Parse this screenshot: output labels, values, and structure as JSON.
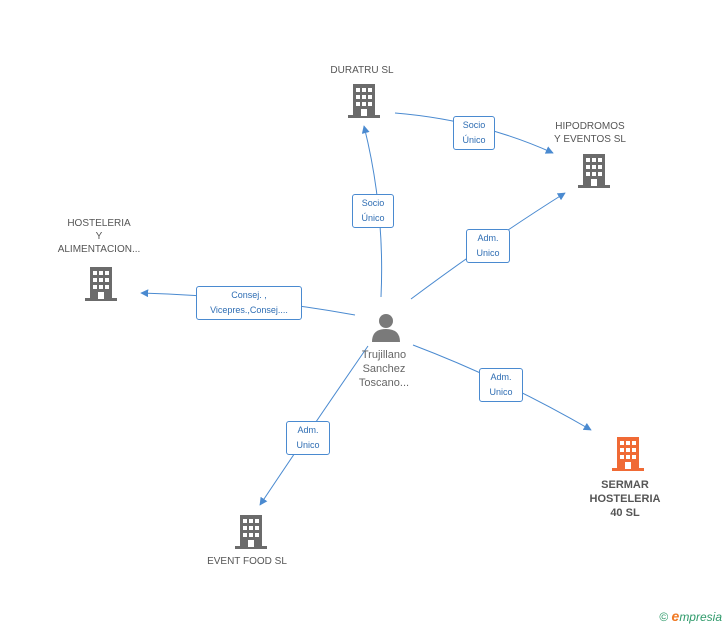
{
  "colors": {
    "edge": "#4a8ad0",
    "building": "#6b6b6b",
    "highlight": "#f06a35",
    "person": "#7a7a7a"
  },
  "nodes": {
    "duratru": {
      "label": "DURATRU SL",
      "icon": "building-icon"
    },
    "hipodromos": {
      "label_line1": "HIPODROMOS",
      "label_line2": "Y EVENTOS SL",
      "icon": "building-icon"
    },
    "hosteleria": {
      "label_line1": "HOSTELERIA",
      "label_line2": "Y",
      "label_line3": "ALIMENTACION...",
      "icon": "building-icon"
    },
    "person": {
      "label_line1": "Trujillano",
      "label_line2": "Sanchez",
      "label_line3": "Toscano...",
      "icon": "person-icon"
    },
    "sermar": {
      "label_line1": "SERMAR",
      "label_line2": "HOSTELERIA",
      "label_line3": "40 SL",
      "icon": "building-icon"
    },
    "eventfood": {
      "label": "EVENT FOOD SL",
      "icon": "building-icon"
    }
  },
  "edges": {
    "duratru_hipodromos": {
      "line1": "Socio",
      "line2": "Único"
    },
    "person_duratru": {
      "line1": "Socio",
      "line2": "Único"
    },
    "person_hipodromos": {
      "line1": "Adm.",
      "line2": "Unico"
    },
    "person_hosteleria": {
      "line1": "Consej. ,",
      "line2": "Vicepres.,Consej...."
    },
    "person_sermar": {
      "line1": "Adm.",
      "line2": "Unico"
    },
    "person_eventfood": {
      "line1": "Adm.",
      "line2": "Unico"
    }
  },
  "footer": {
    "copyright": "©",
    "brand_initial": "e",
    "brand_rest": "mpresia"
  }
}
